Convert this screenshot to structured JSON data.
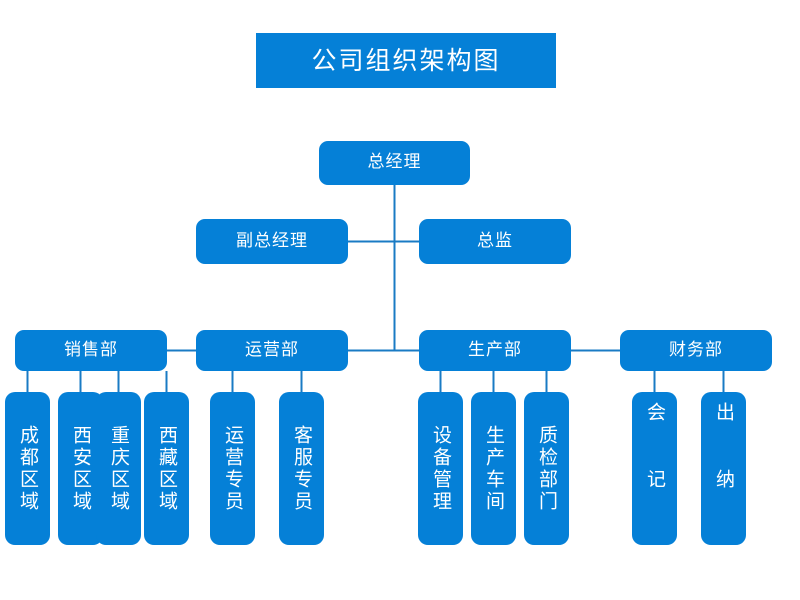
{
  "title": {
    "text": "公司组织架构图"
  },
  "theme": {
    "box_fill": "#0580d7",
    "line_color": "#1a7bc4",
    "text_color": "#ffffff",
    "background": "#ffffff"
  },
  "chart_data": {
    "type": "diagram",
    "diagram_type": "organization-chart",
    "title": "公司组织架构图",
    "orientation": "top-down",
    "levels": 4,
    "nodes": [
      {
        "id": "gm",
        "label": "总经理",
        "level": 1,
        "parent": null
      },
      {
        "id": "deputy_gm",
        "label": "副总经理",
        "level": 2,
        "parent": "gm"
      },
      {
        "id": "director",
        "label": "总监",
        "level": 2,
        "parent": "gm"
      },
      {
        "id": "sales",
        "label": "销售部",
        "level": 3,
        "parent": "gm"
      },
      {
        "id": "ops",
        "label": "运营部",
        "level": 3,
        "parent": "gm"
      },
      {
        "id": "prod",
        "label": "生产部",
        "level": 3,
        "parent": "gm"
      },
      {
        "id": "fin",
        "label": "财务部",
        "level": 3,
        "parent": "gm"
      },
      {
        "id": "sales_cd",
        "label": "成都区域",
        "level": 4,
        "parent": "sales"
      },
      {
        "id": "sales_xa",
        "label": "西安区域",
        "level": 4,
        "parent": "sales"
      },
      {
        "id": "sales_cq",
        "label": "重庆区域",
        "level": 4,
        "parent": "sales"
      },
      {
        "id": "sales_xz",
        "label": "西藏区域",
        "level": 4,
        "parent": "sales"
      },
      {
        "id": "ops_spec",
        "label": "运营专员",
        "level": 4,
        "parent": "ops"
      },
      {
        "id": "ops_cs",
        "label": "客服专员",
        "level": 4,
        "parent": "ops"
      },
      {
        "id": "prod_eq",
        "label": "设备管理",
        "level": 4,
        "parent": "prod"
      },
      {
        "id": "prod_ws",
        "label": "生产车间",
        "level": 4,
        "parent": "prod"
      },
      {
        "id": "prod_qc",
        "label": "质检部门",
        "level": 4,
        "parent": "prod"
      },
      {
        "id": "fin_acc",
        "label": "会记",
        "level": 4,
        "parent": "fin"
      },
      {
        "id": "fin_cash",
        "label": "出纳",
        "level": 4,
        "parent": "fin"
      }
    ]
  },
  "level1": {
    "gm": "总经理"
  },
  "level2": {
    "deputy_gm": "副总经理",
    "director": "总监"
  },
  "departments": {
    "sales": "销售部",
    "operations": "运营部",
    "production": "生产部",
    "finance": "财务部"
  },
  "leaves": {
    "sales": [
      "成都区域",
      "西安区域",
      "重庆区域",
      "西藏区域"
    ],
    "operations": [
      "运营专员",
      "客服专员"
    ],
    "production": [
      "设备管理",
      "生产车间",
      "质检部门"
    ],
    "finance": [
      "会记",
      "出纳"
    ]
  }
}
